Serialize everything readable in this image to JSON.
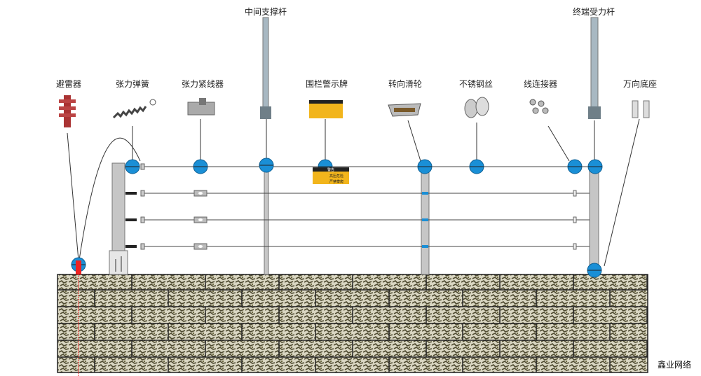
{
  "labels": {
    "arrester": "避雷器",
    "tension_spring": "张力弹簧",
    "tensioner": "张力紧线器",
    "middle_post": "中间支撑杆",
    "warning_sign": "围栏警示牌",
    "pulley": "转向滑轮",
    "steel_wire": "不锈钢丝",
    "connector": "线连接器",
    "terminal_post": "终端受力杆",
    "universal_base": "万向底座"
  },
  "warning_sign_text": {
    "title": "警告",
    "line1": "高压危险",
    "line2": "严禁攀爬"
  },
  "watermark": "鑫业网络",
  "colors": {
    "marker": "#1a8fd6",
    "sign": "#f2b51c",
    "post": "#c8c8c8",
    "wall": "#6f6a4a"
  }
}
